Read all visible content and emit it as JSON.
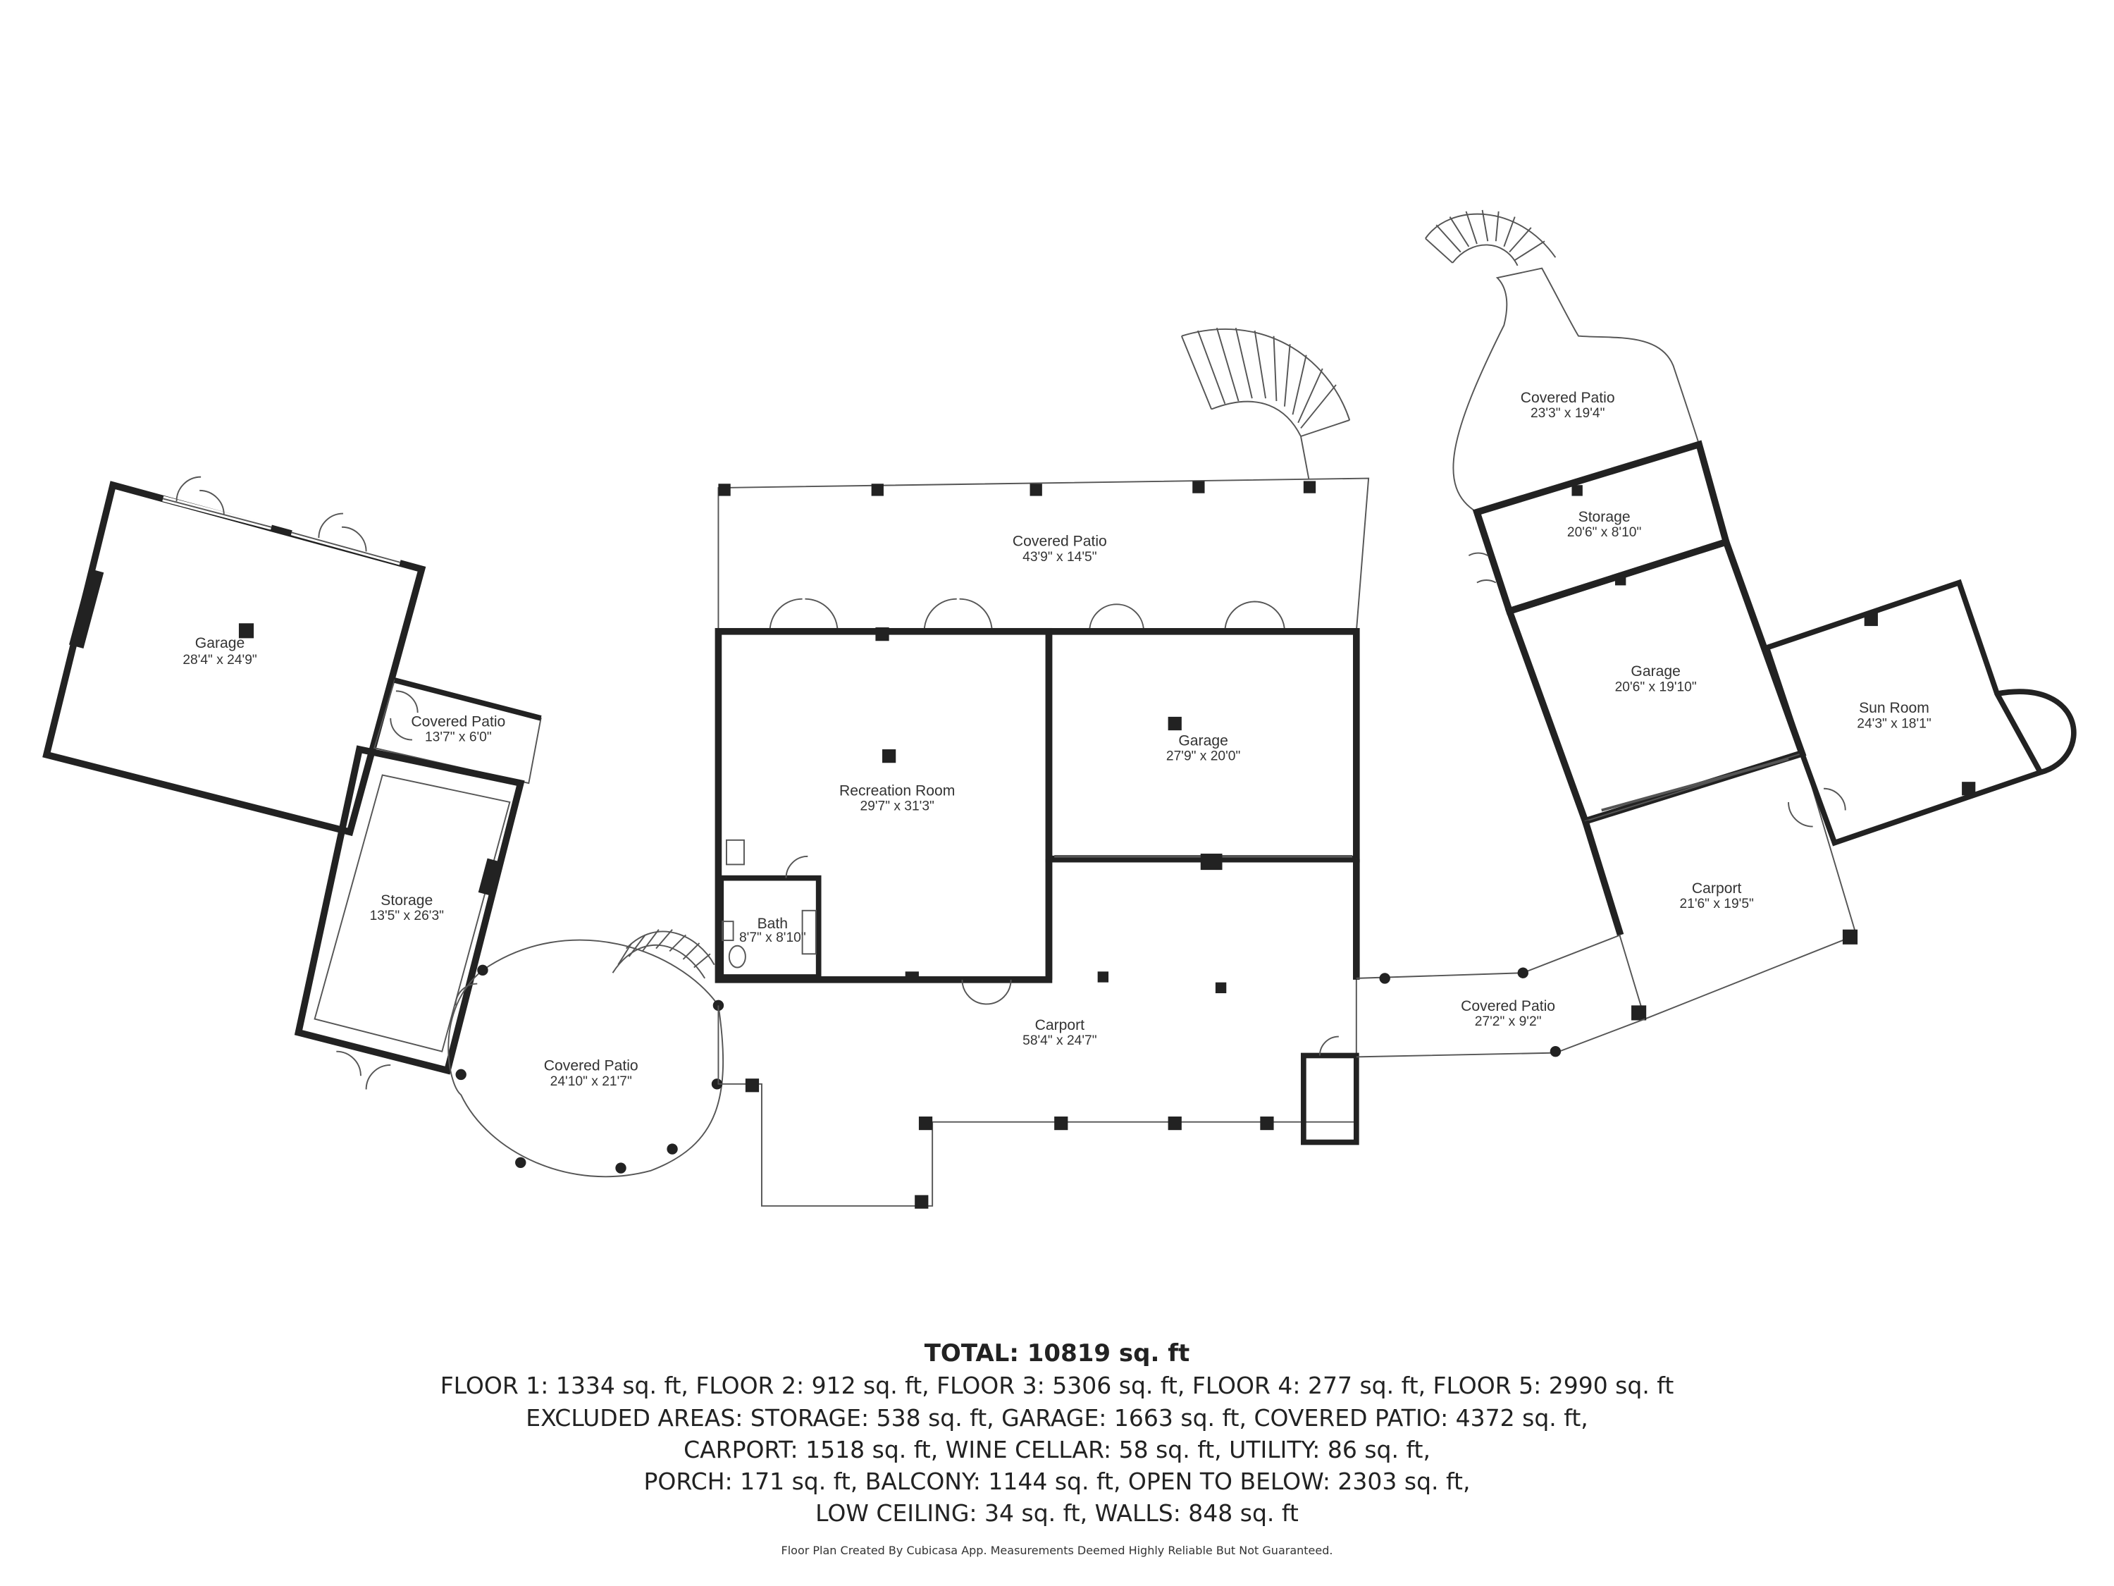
{
  "rooms": [
    {
      "id": "garage-left",
      "name": "Garage",
      "dims": "28'4\" x 24'9\""
    },
    {
      "id": "covered-patio-small",
      "name": "Covered Patio",
      "dims": "13'7\" x 6'0\""
    },
    {
      "id": "storage-left",
      "name": "Storage",
      "dims": "13'5\" x 26'3\""
    },
    {
      "id": "covered-patio-round",
      "name": "Covered Patio",
      "dims": "24'10\" x 21'7\""
    },
    {
      "id": "covered-patio-top",
      "name": "Covered Patio",
      "dims": "43'9\" x 14'5\""
    },
    {
      "id": "recreation-room",
      "name": "Recreation Room",
      "dims": "29'7\" x 31'3\""
    },
    {
      "id": "garage-center",
      "name": "Garage",
      "dims": "27'9\" x 20'0\""
    },
    {
      "id": "bath",
      "name": "Bath",
      "dims": "8'7\" x 8'10\""
    },
    {
      "id": "carport-center",
      "name": "Carport",
      "dims": "58'4\" x 24'7\""
    },
    {
      "id": "covered-patio-right-top",
      "name": "Covered Patio",
      "dims": "23'3\" x 19'4\""
    },
    {
      "id": "storage-right",
      "name": "Storage",
      "dims": "20'6\" x 8'10\""
    },
    {
      "id": "garage-right",
      "name": "Garage",
      "dims": "20'6\" x 19'10\""
    },
    {
      "id": "sun-room",
      "name": "Sun Room",
      "dims": "24'3\" x 18'1\""
    },
    {
      "id": "carport-right",
      "name": "Carport",
      "dims": "21'6\" x 19'5\""
    },
    {
      "id": "covered-patio-right-bottom",
      "name": "Covered Patio",
      "dims": "27'2\" x 9'2\""
    }
  ],
  "summary": {
    "total": "TOTAL: 10819 sq. ft",
    "line1": "FLOOR 1: 1334 sq. ft, FLOOR 2: 912 sq. ft, FLOOR 3: 5306 sq. ft, FLOOR 4: 277 sq. ft, FLOOR 5: 2990 sq. ft",
    "line2": "EXCLUDED AREAS: STORAGE: 538 sq. ft, GARAGE: 1663 sq. ft, COVERED PATIO: 4372 sq. ft,",
    "line3": "CARPORT: 1518 sq. ft, WINE CELLAR: 58 sq. ft, UTILITY: 86 sq. ft,",
    "line4": "PORCH: 171 sq. ft, BALCONY: 1144 sq. ft, OPEN TO BELOW: 2303 sq. ft,",
    "line5": "LOW CEILING: 34 sq. ft, WALLS: 848 sq. ft"
  },
  "footer": "Floor Plan Created By Cubicasa App. Measurements Deemed Highly Reliable But Not Guaranteed.",
  "colors": {
    "wall": "#222222",
    "thin": "#555555",
    "background": "#ffffff"
  }
}
